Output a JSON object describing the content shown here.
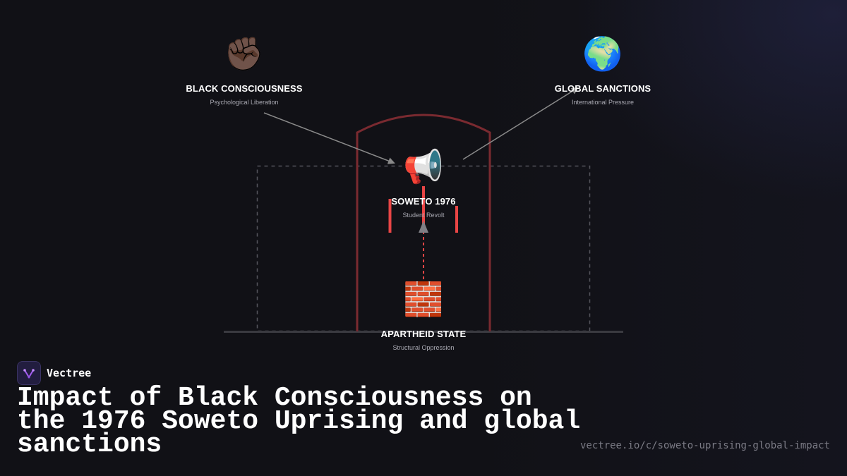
{
  "diagram": {
    "nodes": {
      "black_consciousness": {
        "icon": "✊🏿",
        "icon_name": "raised-fist-icon",
        "label": "BLACK CONSCIOUSNESS",
        "sub": "Psychological Liberation"
      },
      "global_sanctions": {
        "icon": "🌍",
        "icon_name": "globe-icon",
        "label": "GLOBAL SANCTIONS",
        "sub": "International Pressure"
      },
      "soweto": {
        "icon": "📢",
        "icon_name": "megaphone-icon",
        "label": "SOWETO 1976",
        "sub": "Student Revolt"
      },
      "apartheid": {
        "icon": "🧱",
        "icon_name": "brick-wall-icon",
        "label": "APARTHEID STATE",
        "sub": "Structural Oppression"
      }
    },
    "colors": {
      "accent_red": "#e84545",
      "arch_red": "#7a2a30",
      "arrow_gray": "#8a8a8a"
    }
  },
  "brand": {
    "name": "Vectree"
  },
  "title": "Impact of Black Consciousness on the 1976 Soweto Uprising and global sanctions",
  "url": "vectree.io/c/soweto-uprising-global-impact"
}
